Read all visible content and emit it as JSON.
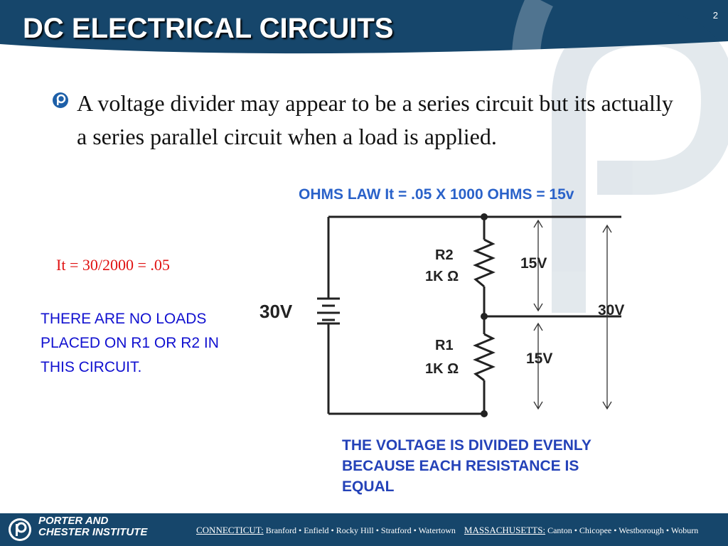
{
  "header": {
    "title": "DC ELECTRICAL CIRCUITS",
    "page_number": "2",
    "accent_color": "#16466b"
  },
  "bullet": {
    "icon": "porter-chester-logo-icon",
    "text": "A voltage divider may appear to be a series circuit but its actually a series parallel circuit when a load is applied."
  },
  "formula": "It = 30/2000 = .05",
  "loads_note": "THERE ARE NO LOADS PLACED ON R1 OR R2 IN THIS CIRCUIT.",
  "circuit": {
    "title": "OHMS LAW It = .05 X 1000 OHMS = 15v",
    "source_voltage": "30V",
    "r2_label": "R2",
    "r2_value": "1K Ω",
    "r1_label": "R1",
    "r1_value": "1K Ω",
    "r2_drop": "15V",
    "r1_drop": "15V",
    "total_voltage": "30V"
  },
  "divided_note": "THE VOLTAGE IS DIVIDED EVENLY BECAUSE EACH RESISTANCE IS EQUAL",
  "footer": {
    "brand_line1": "PORTER AND",
    "brand_line2": "CHESTER INSTITUTE",
    "ct_state": "CONNECTICUT:",
    "ct_locations": "Branford • Enfield • Rocky Hill • Stratford • Watertown",
    "ma_state": "MASSACHUSETTS:",
    "ma_locations": "Canton • Chicopee • Westborough • Woburn"
  }
}
